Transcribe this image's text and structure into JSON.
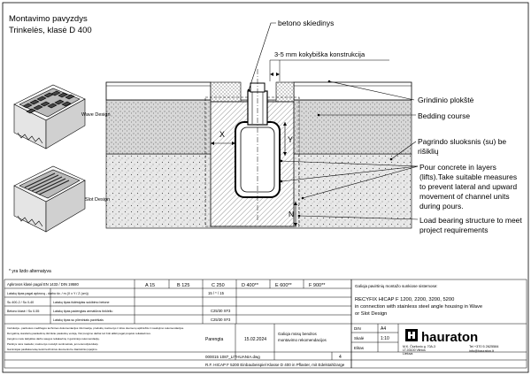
{
  "title": {
    "line1": "Montavimo pavyzdys",
    "line2": "Trinkelės, klasė D 400"
  },
  "callouts": {
    "betono": "betono skiedinys",
    "kokybiska": "3-5 mm kokybiška konstrukcija",
    "grindinio": "Grindinio plokštė",
    "bedding": "Bedding course",
    "pagrindo1": "Pagrindo sluoksnis (su) be",
    "pagrindo2": "rišiklių",
    "pour1": "Pour concrete in layers",
    "pour2": "(lifts).Take suitable measures",
    "pour3": "to prevent lateral and upward",
    "pour4": "movement of channel units",
    "pour5": "during pours.",
    "load1": "Load bearing structure to meet",
    "load2": "project requirements"
  },
  "dims": {
    "x": "X",
    "y": "Y",
    "n": "N"
  },
  "designs": {
    "wave": "Wave Design",
    "slot": "Slot Design"
  },
  "footnote": "* yra lizdo alternatyva",
  "table": {
    "row1_label": "Apkrovos klasė pagal EN 1433 / DIN 19580",
    "classes": [
      "A 15",
      "B 125",
      "C 250",
      "D 400**",
      "E 600**",
      "F 900**"
    ],
    "row2_label": "Latakų tipas pagal apkrovą - darbo šv. / m (X x Y / Z (cm))",
    "row2_val": "15 / * / 15",
    "row3_label": "Su 400-2 / Su 0-40",
    "row3_a": "Latakų tipas išdėstytas sukibimo betone",
    "row4_label": "Betono klasė / Su 0-55",
    "row4_a": "Latakų tipas padengtas armatūros tinkleliu",
    "row4_b": "C25/30 XF3",
    "row5_a": "Latakų tipas su plieniniais paviršiais",
    "row5_b": "C25/30 XF3",
    "note1": "Instrukcija - parduotos medžiagos technines dokumentacijos informacija, produktų matmenys ir kitos duomenų apibrėžtis ir naudojimo rekomendacijos.",
    "note2": "Dėl galimų standartų pasikeitimų tikrinkite paskutinę versiją. Visi įrengimo darbai turi būti atlikti pagal projekto reikalavimus.",
    "note3": "Įrengimo metu laikykitės darbo saugos reikalavimų ir gamintojo rekomendacijų.",
    "note4": "Piešinys nėra mastelio; matmenys nurodyti centimetrais, jei nenurodyta kitaip.",
    "note5": "Gamintojas pasilieka teisę keisti techninius duomenis be išankstinio įspėjimo."
  },
  "right_panel": {
    "heading": "Galioja pavirtinių montažo sunkiose sistemose:",
    "product1": "RECYFIX HICAP F 1200, 2200, 3200, 5200",
    "product2": "in connection with stainless steel angle housing in Wave",
    "product3": "or Slot Design"
  },
  "titleblock": {
    "parengta_label": "Parengta",
    "date": "15.02.2024",
    "desc1": "Galioja mūsų bendros",
    "desc2": "montavimo rekomendacijos",
    "code": "000015 1087_LITHUANIA.dwg",
    "rev": "4",
    "bottom_desc": "R.F. HICAP F 5200 Einbaubeispiel Klasse D 400 in Pflaster, mit Edelstahlzarge",
    "din_label": "DIN",
    "din_val": "A4",
    "skale_label": "Skalė",
    "skale_val": "1:10",
    "edition_label": "Elitas",
    "address1": "M.K. Čiurlionio g. 70A-3",
    "address2": "LT-03100 Vilnius",
    "address3": "Lietuva",
    "phone": "Tel +370 5 2625584",
    "email": "info@hauraton.lt",
    "logo": "hauraton"
  }
}
